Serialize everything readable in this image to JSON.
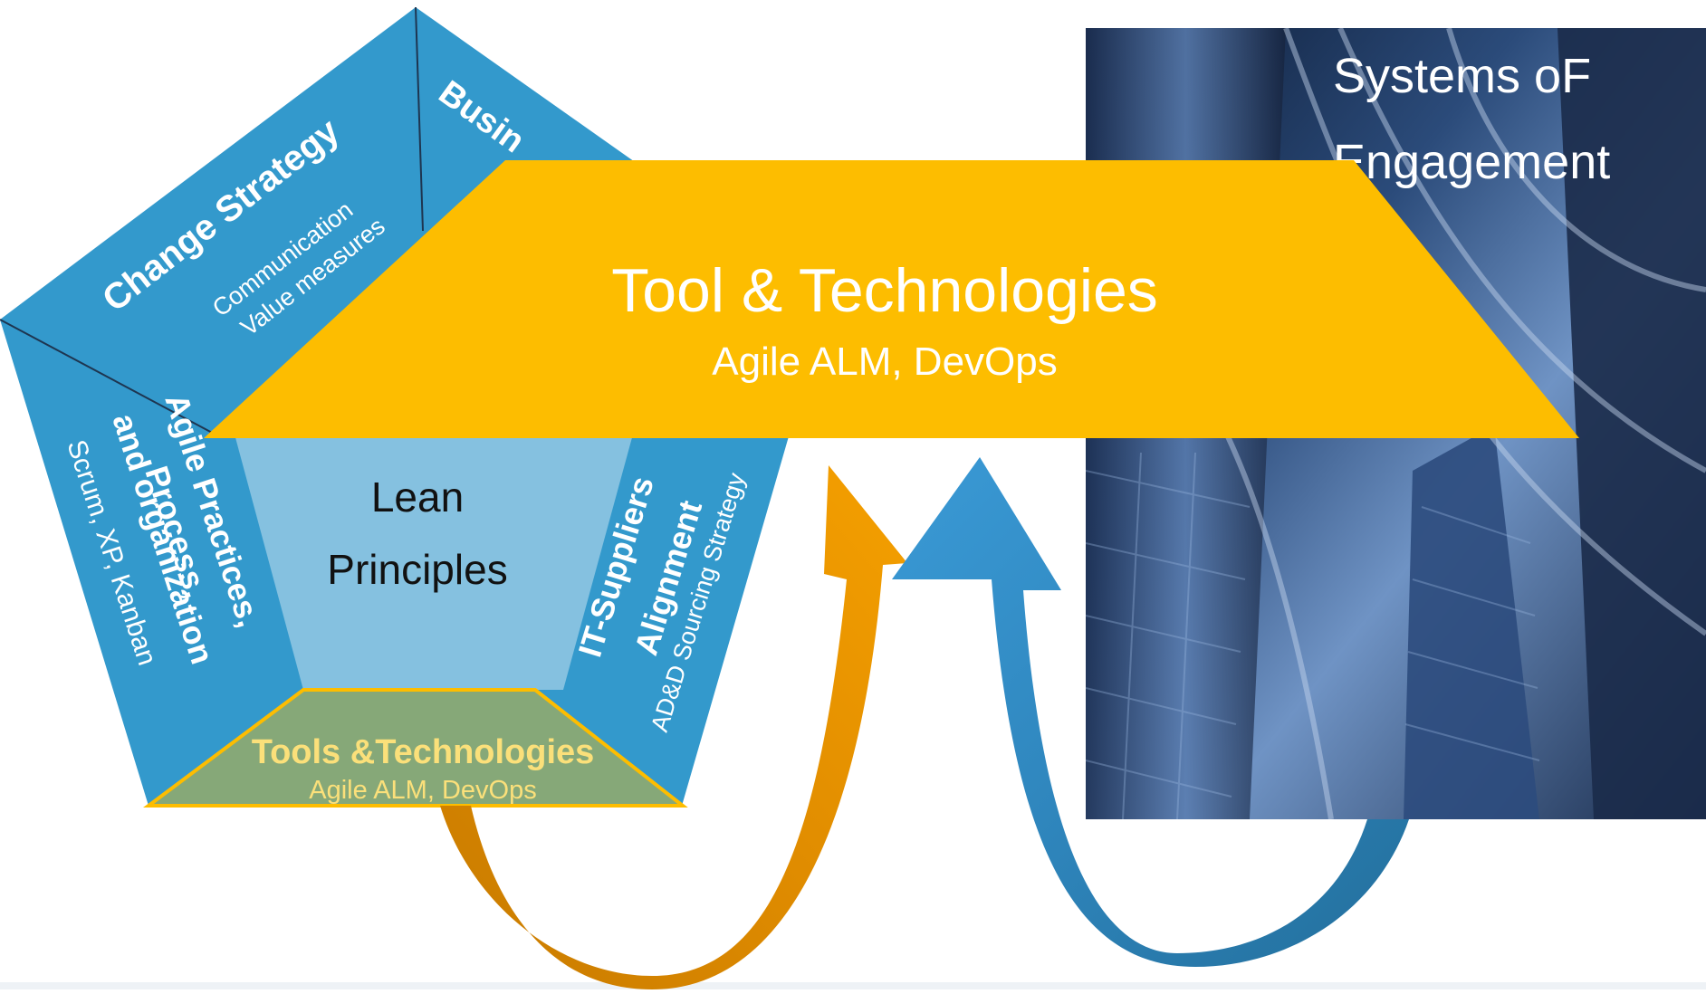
{
  "pentagon": {
    "center_label_line1": "Lean",
    "center_label_line2": "Principles",
    "segments": {
      "change_strategy": {
        "title": "Change Strategy",
        "sub1": "Communication",
        "sub2": "Value measures"
      },
      "business": {
        "title": "Busin"
      },
      "agile": {
        "title1": "Agile Practices,",
        "title2": "Process,",
        "title3": "and organization",
        "sub": "Scrum, XP, Kanban"
      },
      "it_suppliers": {
        "title1": "IT-Suppliers",
        "title2": "Alignment",
        "sub": "AD&D Sourcing Strategy"
      },
      "tools": {
        "title": "Tools &Technologies",
        "sub": "Agile ALM, DevOps"
      }
    }
  },
  "banner": {
    "title": "Tool & Technologies",
    "subtitle": "Agile ALM, DevOps"
  },
  "photo_panel": {
    "label_line1": "Systems oF",
    "label_line2": "Engagement"
  },
  "colors": {
    "pentagon_blue": "#3399cc",
    "lean_light_blue": "#85c1e0",
    "tools_green": "#86a878",
    "tools_text_yellow": "#fbe07a",
    "banner_yellow": "#fdbd00",
    "arrow_orange": "#f5a000",
    "arrow_orange_dark": "#c77a00",
    "arrow_blue": "#3a9ad6",
    "arrow_blue_dark": "#236f9c"
  }
}
